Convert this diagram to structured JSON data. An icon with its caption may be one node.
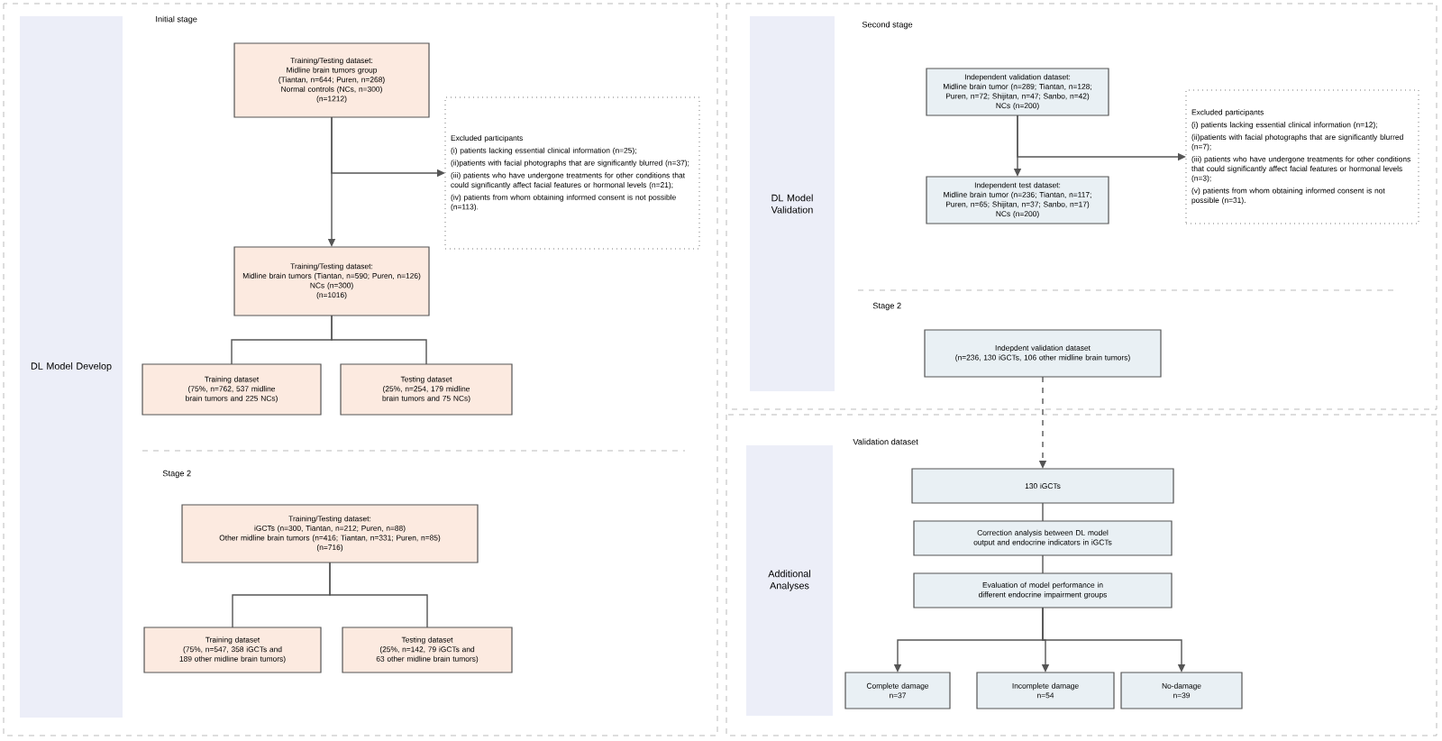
{
  "diagram": {
    "nodes": [
      {
        "text": [
          "DL Model Develop"
        ]
      },
      {
        "text": [
          "Training/Testing dataset:",
          "Midline brain tumors group (Tiantan, n=644; Puren, n=268)",
          "Normal controls  (NCs, n=300)",
          "(n=1212)"
        ]
      },
      {
        "text": [
          "Excluded participants",
          "(i) patients lacking essential clinical information (n=25);",
          "(ii)patients with facial photographs that are significantly blurred  (n=37);",
          "(iii) patients who have undergone treatments for other conditions that could significantly affect facial features or hormonal levels (n=21);",
          "(iv) patients from whom obtaining informed consent is not possible (n=113)."
        ]
      },
      {
        "text": [
          "Training/Testing dataset:",
          "Midline brain tumors (Tiantan, n=590; Puren, n=126)",
          "NCs (n=300)",
          "(n=1016)"
        ]
      },
      {
        "text": [
          "Training dataset",
          "(75%, n=762, 537 midline brain tumors and 225 NCs)"
        ]
      },
      {
        "text": [
          "Testing dataset",
          "(25%, n=254, 179 midline brain tumors and 75 NCs)"
        ]
      },
      {
        "text": [
          "Training/Testing dataset:",
          "iGCTs (n=300, Tiantan, n=212; Puren, n=88)",
          "Other midline brain tumors (n=416; Tiantan, n=331; Puren, n=85)",
          "(n=716)"
        ]
      },
      {
        "text": [
          "Training dataset",
          "(75%, n=547, 358 iGCTs and 189 other midline brain tumors)"
        ]
      },
      {
        "text": [
          "Testing dataset",
          "(25%, n=142, 79 iGCTs and 63 other midline brain tumors)"
        ]
      },
      {
        "text": [
          "DL Model Validation"
        ]
      },
      {
        "text": [
          "Independent validation dataset:",
          "Midline brain tumor (n=289; Tiantan, n=128; Puren, n=72; Shijitan, n=47; Sanbo, n=42)",
          "NCs (n=200)"
        ]
      },
      {
        "text": [
          "Excluded participants",
          "(i) patients lacking essential clinical information (n=12);",
          "(ii)patients with facial photographs that are significantly blurred  (n=7);",
          "(iii) patients who have undergone treatments for other conditions that could significantly affect facial features or hormonal levels (n=3);",
          "(v) patients from whom obtaining informed consent is not possible (n=31)."
        ]
      },
      {
        "text": [
          "Independent test dataset:",
          "Midline brain tumor (n=236; Tiantan, n=117; Puren, n=65; Shijitan, n=37; Sanbo, n=17)",
          "NCs (n=200)"
        ]
      },
      {
        "text": [
          "Indepdent validation dataset",
          "(n=236, 130 iGCTs, 106 other midline brain tumors)"
        ]
      },
      {
        "text": [
          "Additional Analyses"
        ]
      },
      {
        "text": [
          "130 iGCTs"
        ]
      },
      {
        "text": [
          "Correction analysis between DL model output and endocrine indicators in iGCTs"
        ]
      },
      {
        "text": [
          "Evaluation of model performance in different endocrine impairment groups"
        ]
      },
      {
        "text": [
          "Complete damage",
          "n=37"
        ]
      },
      {
        "text": [
          "Incomplete damage",
          "n=54"
        ]
      },
      {
        "text": [
          "No-damage",
          "n=39"
        ]
      }
    ],
    "edges": [
      {
        "from": 1,
        "to": 3,
        "arrow": "to"
      },
      {
        "from": 1,
        "to": 2,
        "arrow": "to"
      },
      {
        "from": 3,
        "to": 4,
        "arrow": "none"
      },
      {
        "from": 3,
        "to": 5,
        "arrow": "none"
      },
      {
        "from": 6,
        "to": 7,
        "arrow": "none"
      },
      {
        "from": 6,
        "to": 8,
        "arrow": "none"
      },
      {
        "from": 10,
        "to": 12,
        "arrow": "to"
      },
      {
        "from": 10,
        "to": 11,
        "arrow": "to"
      },
      {
        "from": 13,
        "to": 15,
        "arrow": "to",
        "style": "dashed"
      },
      {
        "from": 15,
        "to": 16,
        "arrow": "none"
      },
      {
        "from": 16,
        "to": 17,
        "arrow": "none"
      },
      {
        "from": 17,
        "to": 18,
        "arrow": "to"
      },
      {
        "from": 17,
        "to": 19,
        "arrow": "to"
      },
      {
        "from": 17,
        "to": 20,
        "arrow": "to"
      }
    ],
    "labels": [
      "Initial stage",
      "Stage 2",
      "Second stage",
      "Stage 2",
      "Validation dataset"
    ]
  }
}
